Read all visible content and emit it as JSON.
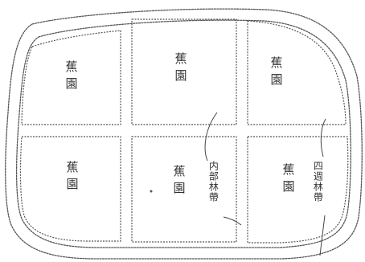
{
  "plots": [
    {
      "label": "蕉園"
    },
    {
      "label": "蕉園"
    },
    {
      "label": "蕉園"
    },
    {
      "label": "蕉園"
    },
    {
      "label": "蕉園"
    },
    {
      "label": "蕉園"
    }
  ],
  "inner_belt_label": "内部林帶",
  "outer_belt_label": "四週林帶"
}
